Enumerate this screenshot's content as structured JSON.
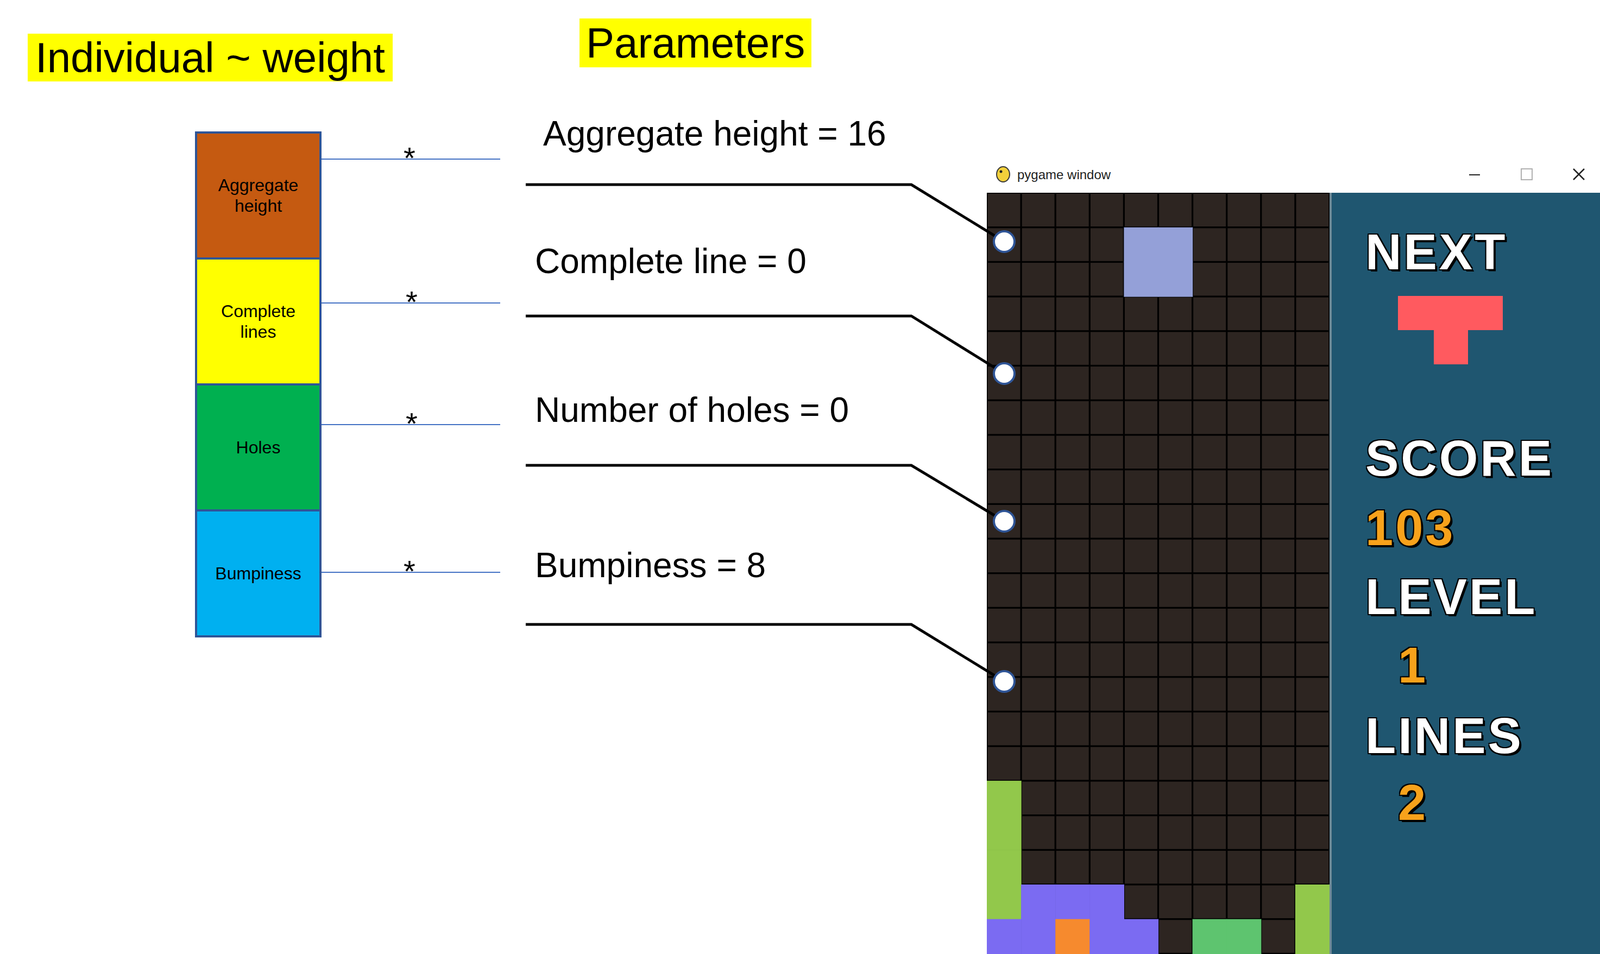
{
  "diagram": {
    "nodes": [
      {
        "text": [
          "Aggregate height"
        ]
      },
      {
        "text": [
          "Complete lines"
        ]
      },
      {
        "text": [
          "Holes"
        ]
      },
      {
        "text": [
          "Bumpiness"
        ]
      }
    ],
    "labels": [
      "Individual ~ weight",
      "Parameters",
      "Aggregate height = 16",
      "*",
      "Complete line = 0",
      "*",
      "Number of holes = 0",
      "*",
      "Bumpiness = 8",
      "*",
      "pygame window",
      "NEXT",
      "SCORE",
      "103",
      "LEVEL",
      "1",
      "LINES",
      "2"
    ]
  }
}
